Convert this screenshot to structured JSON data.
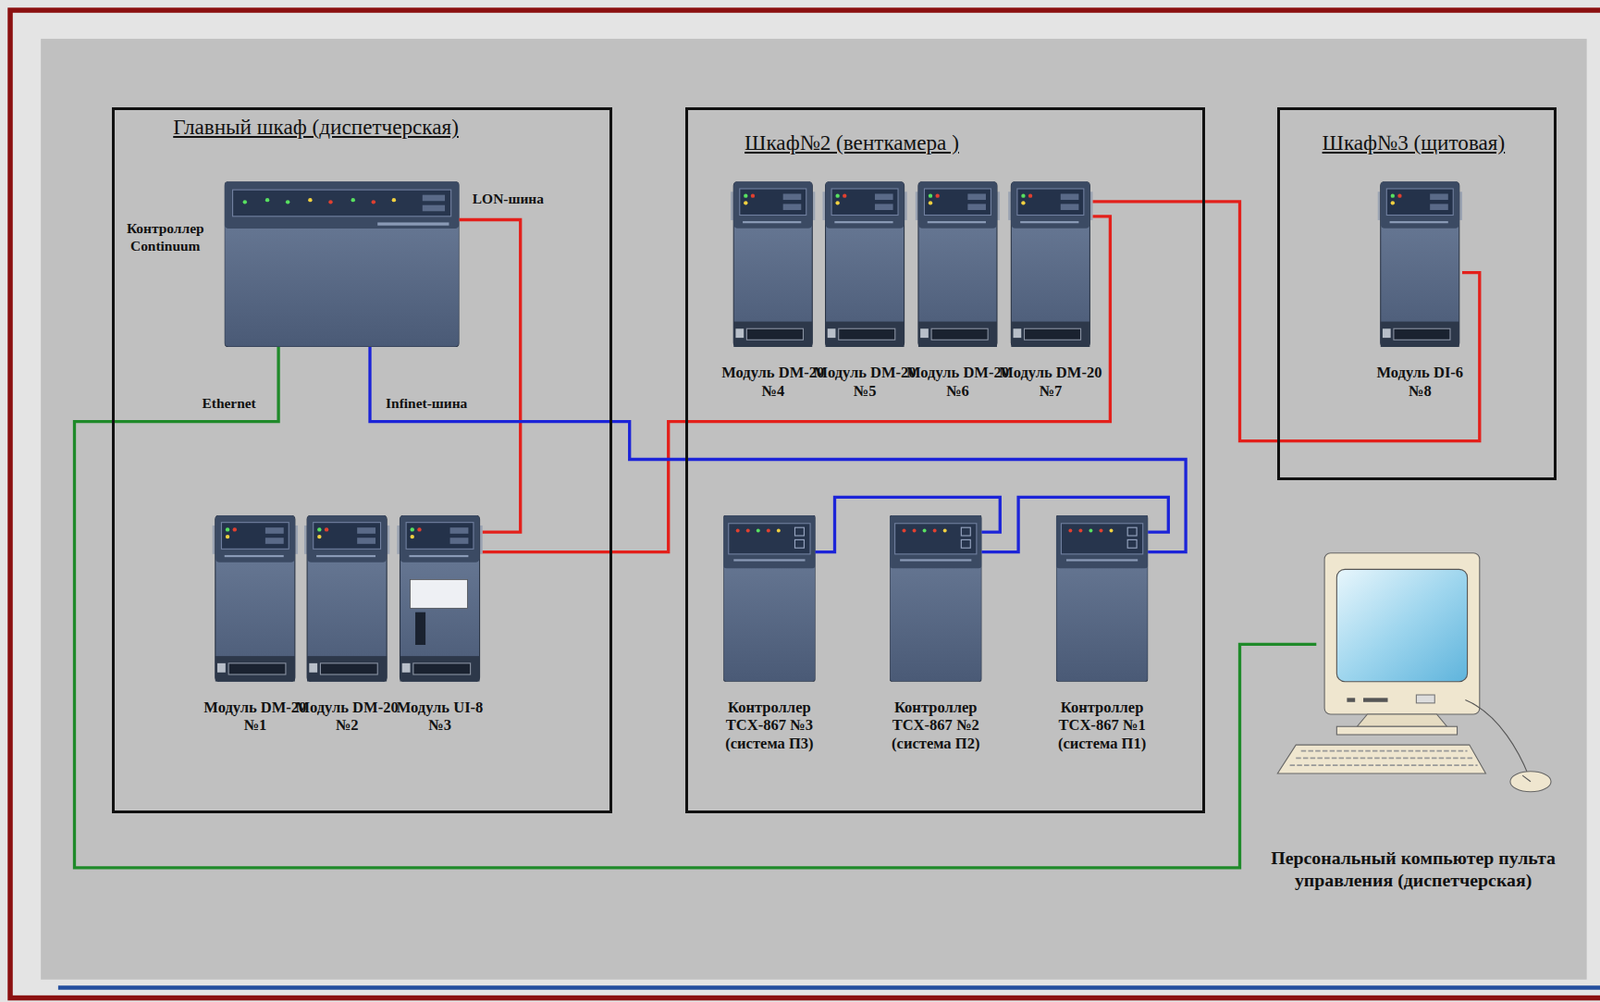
{
  "diagram": {
    "nodes": [
      {
        "text": [
          "Главный шкаф (диспетчерская)"
        ]
      },
      {
        "text": [
          "Контроллер Continuum"
        ],
        "in": 0
      },
      {
        "text": [
          "Модуль DM-20 №1"
        ],
        "in": 0
      },
      {
        "text": [
          "Модуль DM-20 №2"
        ],
        "in": 0
      },
      {
        "text": [
          "Модуль UI-8 №3"
        ],
        "in": 0
      },
      {
        "text": [
          "Шкаф№2 (венткамера )"
        ]
      },
      {
        "text": [
          "Модуль DM-20 №4"
        ],
        "in": 5
      },
      {
        "text": [
          "Модуль DM-20 №5"
        ],
        "in": 5
      },
      {
        "text": [
          "Модуль DM-20 №6"
        ],
        "in": 5
      },
      {
        "text": [
          "Модуль DM-20 №7"
        ],
        "in": 5
      },
      {
        "text": [
          "Контроллер TCX-867 №3 (система П3)"
        ],
        "in": 5
      },
      {
        "text": [
          "Контроллер TCX-867 №2 (система П2)"
        ],
        "in": 5
      },
      {
        "text": [
          "Контроллер TCX-867 №1 (система П1)"
        ],
        "in": 5
      },
      {
        "text": [
          "Шкаф№3 (щитовая)"
        ]
      },
      {
        "text": [
          "Модуль DI-6 №8"
        ],
        "in": 13
      },
      {
        "text": [
          "Персональный компьютер пульта управления (диспетчерская)"
        ]
      }
    ],
    "edges": [
      {
        "from": 1,
        "to": 4,
        "arrow": "none",
        "label": "LON-шина"
      },
      {
        "from": 4,
        "to": 9,
        "arrow": "none"
      },
      {
        "from": 9,
        "to": 14,
        "arrow": "none"
      },
      {
        "from": 1,
        "to": 12,
        "arrow": "none",
        "label": "Infinet-шина"
      },
      {
        "from": 12,
        "to": 11,
        "arrow": "none"
      },
      {
        "from": 11,
        "to": 10,
        "arrow": "none"
      },
      {
        "from": 1,
        "to": 15,
        "arrow": "none",
        "label": "Ethernet"
      }
    ]
  }
}
